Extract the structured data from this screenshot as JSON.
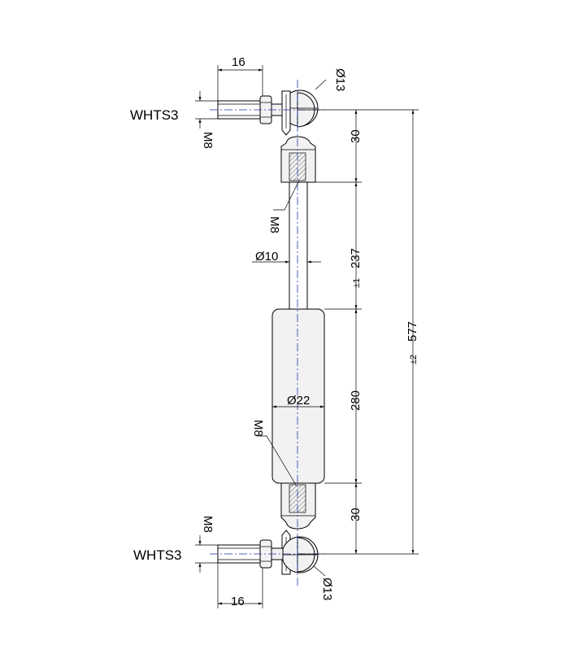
{
  "labels": {
    "top_end_fitting": "WHTS3",
    "bottom_end_fitting": "WHTS3"
  },
  "dimensions": {
    "top_thread_length": "16",
    "bottom_thread_length": "16",
    "top_thread": "M8",
    "bottom_thread": "M8",
    "rod_thread": "M8",
    "body_thread": "M8",
    "top_ball": "Ø13",
    "bottom_ball": "Ø13",
    "rod_diameter": "Ø10",
    "body_diameter": "Ø22",
    "top_fitting_length": "30",
    "stroke": "237",
    "stroke_tol": "±1",
    "body_length": "280",
    "bottom_fitting_length": "30",
    "overall_length": "577",
    "overall_tol": "±2"
  }
}
